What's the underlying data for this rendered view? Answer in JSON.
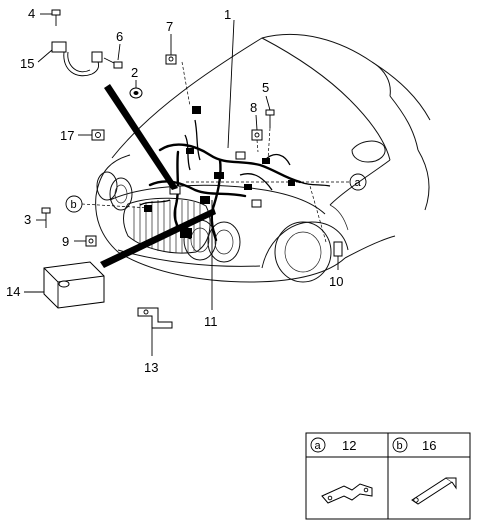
{
  "callouts": {
    "c1": "1",
    "c2": "2",
    "c3": "3",
    "c4": "4",
    "c5": "5",
    "c6": "6",
    "c7": "7",
    "c8": "8",
    "c9": "9",
    "c10": "10",
    "c11": "11",
    "c13": "13",
    "c14": "14",
    "c15": "15",
    "c17": "17",
    "marker_a": "a",
    "marker_b": "b"
  },
  "legend": {
    "a_letter": "a",
    "a_part": "12",
    "b_letter": "b",
    "b_part": "16"
  }
}
